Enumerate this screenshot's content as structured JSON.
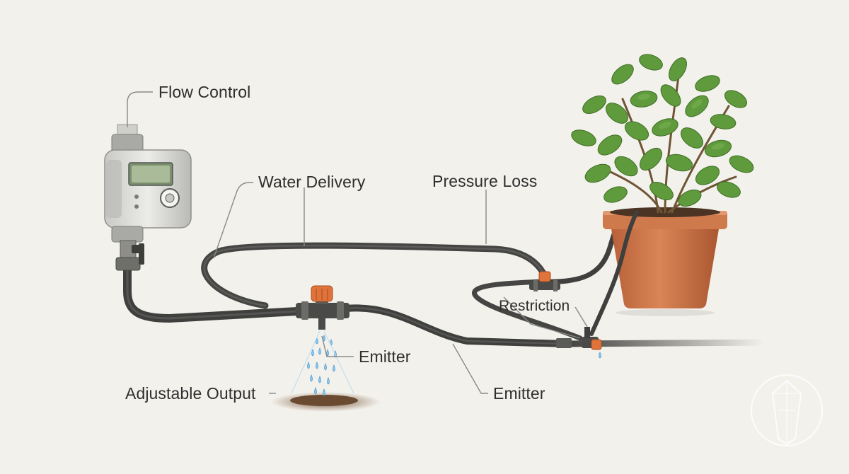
{
  "labels": {
    "flow_control": "Flow Control",
    "water_delivery": "Water Delivery",
    "pressure_loss": "Pressure Loss",
    "restriction": "Restriction",
    "emitter_upper": "Emitter",
    "emitter_lower": "Emitter",
    "adjustable_output": "Adjustable Output"
  },
  "icons": {
    "timer": "water-timer-icon",
    "valve": "hose-valve-icon",
    "plant": "potted-plant-icon",
    "emitter": "drip-emitter-icon",
    "watermark": "crystal-watermark-icon"
  },
  "colors": {
    "background": "#f3f1ec",
    "tubing": "#3f3f3d",
    "emitter_cap": "#e0733a",
    "pot": "#c96f45",
    "leaf": "#5f9a3c",
    "water": "#8ec9ef",
    "soil": "#6b4a32"
  }
}
